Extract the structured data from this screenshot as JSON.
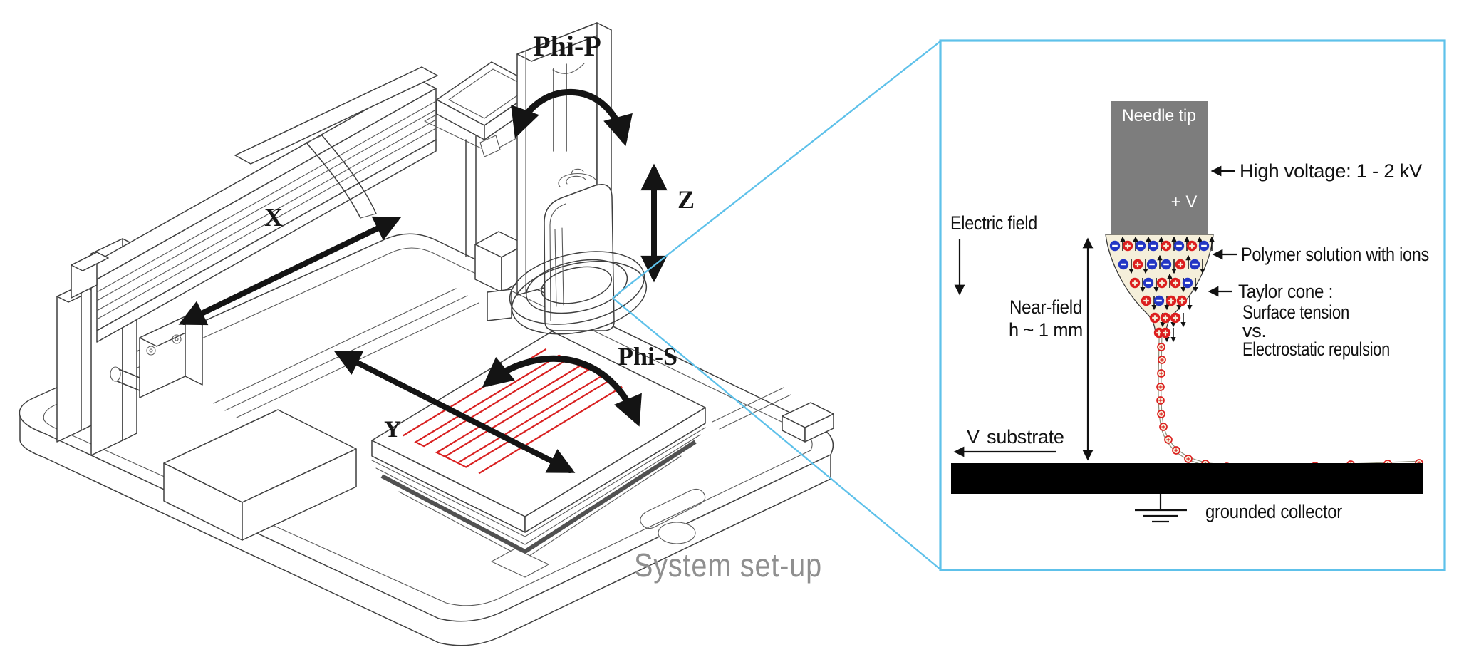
{
  "machine": {
    "labels": {
      "phi_p": "Phi-P",
      "x_axis": "X",
      "y_axis": "Y",
      "z_axis": "Z",
      "phi_s": "Phi-S"
    },
    "caption": "System set-up"
  },
  "inset": {
    "needle_label": "Needle tip",
    "voltage_symbol": "+ V",
    "high_voltage": "High voltage: 1 - 2 kV",
    "electric_field": "Electric field",
    "polymer": "Polymer solution with ions",
    "taylor_cone": "Taylor cone :",
    "surface_tension": "Surface tension",
    "versus": "vs.",
    "electrostatic": "Electrostatic repulsion",
    "near_field_line1": "Near-field",
    "near_field_line2": "h ~ 1 mm",
    "substrate_v": "V",
    "substrate_word": "substrate",
    "grounded_collector": "grounded collector",
    "colors": {
      "frame": "#5ec1ea",
      "needle_gray": "#7d7d7d",
      "cone_fill": "#f5efda",
      "positive_red": "#dc1f1f",
      "negative_blue": "#2336c4",
      "pattern_red": "#d92121",
      "collector_black": "#000000"
    },
    "ions": [
      [
        1565,
        345,
        "n",
        "u"
      ],
      [
        1583,
        345,
        "p",
        "u"
      ],
      [
        1601,
        345,
        "n",
        "u"
      ],
      [
        1619,
        345,
        "n",
        "u"
      ],
      [
        1637,
        345,
        "p",
        "u"
      ],
      [
        1655,
        345,
        "n",
        "u"
      ],
      [
        1673,
        345,
        "p",
        "u"
      ],
      [
        1690,
        345,
        "n",
        "u"
      ],
      [
        1577,
        371,
        "n",
        "d"
      ],
      [
        1597,
        371,
        "p",
        "d"
      ],
      [
        1617,
        371,
        "n",
        "u"
      ],
      [
        1637,
        371,
        "n",
        "d"
      ],
      [
        1657,
        371,
        "p",
        "u"
      ],
      [
        1677,
        371,
        "n",
        "d"
      ],
      [
        1593,
        397,
        "p",
        "d"
      ],
      [
        1612,
        397,
        "n",
        "d"
      ],
      [
        1631,
        397,
        "p",
        "u"
      ],
      [
        1650,
        397,
        "p",
        "d"
      ],
      [
        1667,
        397,
        "n",
        "d"
      ],
      [
        1609,
        422,
        "p",
        "d"
      ],
      [
        1627,
        422,
        "n",
        "d"
      ],
      [
        1644,
        422,
        "p",
        "d"
      ],
      [
        1659,
        422,
        "p",
        "d"
      ],
      [
        1621,
        446,
        "p",
        "d"
      ],
      [
        1636,
        446,
        "p",
        "d"
      ],
      [
        1650,
        446,
        "p",
        "d"
      ],
      [
        1627,
        467,
        "p",
        "d"
      ],
      [
        1636,
        467,
        "p",
        "d"
      ]
    ],
    "jet_beads": [
      [
        1630,
        487
      ],
      [
        1631,
        505
      ],
      [
        1630,
        524
      ],
      [
        1629,
        543
      ],
      [
        1629,
        562
      ],
      [
        1630,
        581
      ],
      [
        1633,
        599
      ],
      [
        1640,
        617
      ],
      [
        1651,
        632
      ],
      [
        1668,
        644
      ],
      [
        1692,
        651
      ],
      [
        1722,
        655
      ],
      [
        1758,
        657
      ],
      [
        1800,
        656
      ],
      [
        1846,
        654
      ],
      [
        1896,
        652
      ],
      [
        1948,
        651
      ],
      [
        1992,
        650
      ]
    ]
  }
}
